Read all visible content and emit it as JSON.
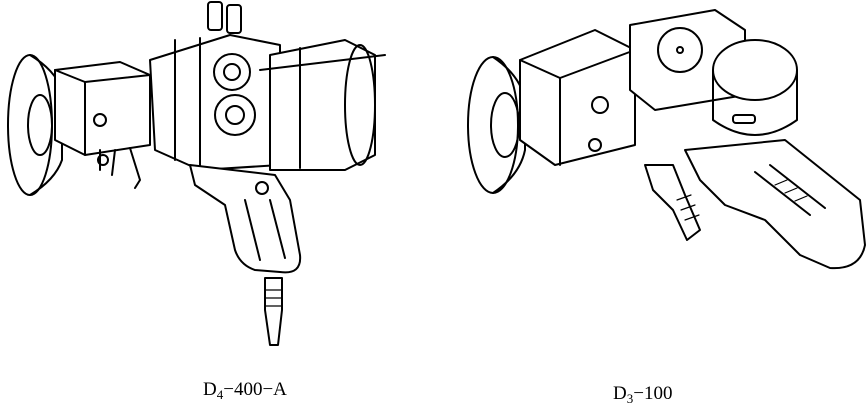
{
  "figures": [
    {
      "id": "d4",
      "caption_prefix": "D",
      "caption_sub": "4",
      "caption_suffix": "−400−A"
    },
    {
      "id": "d3",
      "caption_prefix": "D",
      "caption_sub": "3",
      "caption_suffix": "−100"
    }
  ]
}
